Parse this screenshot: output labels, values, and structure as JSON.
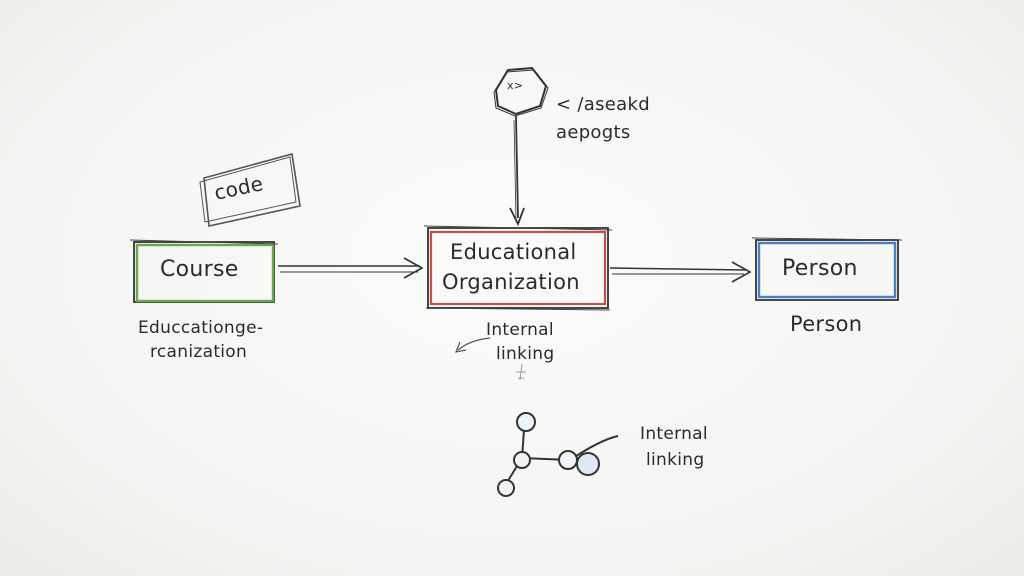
{
  "diagram": {
    "code_tag": "code",
    "top_note": {
      "line1": "< /aseakd",
      "line2": "aepogts",
      "icon_text": "x>"
    },
    "nodes": {
      "course": {
        "label": "Course",
        "caption_line1": "Educcationge-",
        "caption_line2": "rcanization",
        "border_color": "#6aa84f"
      },
      "org": {
        "label_line1": "Educational",
        "label_line2": "Organization",
        "border_color": "#c0504d"
      },
      "person": {
        "label": "Person",
        "caption": "Person",
        "border_color": "#4a7fc1"
      }
    },
    "linking_notes": {
      "center_line1": "Internal",
      "center_line2": "linking",
      "right_line1": "Internal",
      "right_line2": "linking"
    },
    "ink_color": "#2e2e2e"
  }
}
